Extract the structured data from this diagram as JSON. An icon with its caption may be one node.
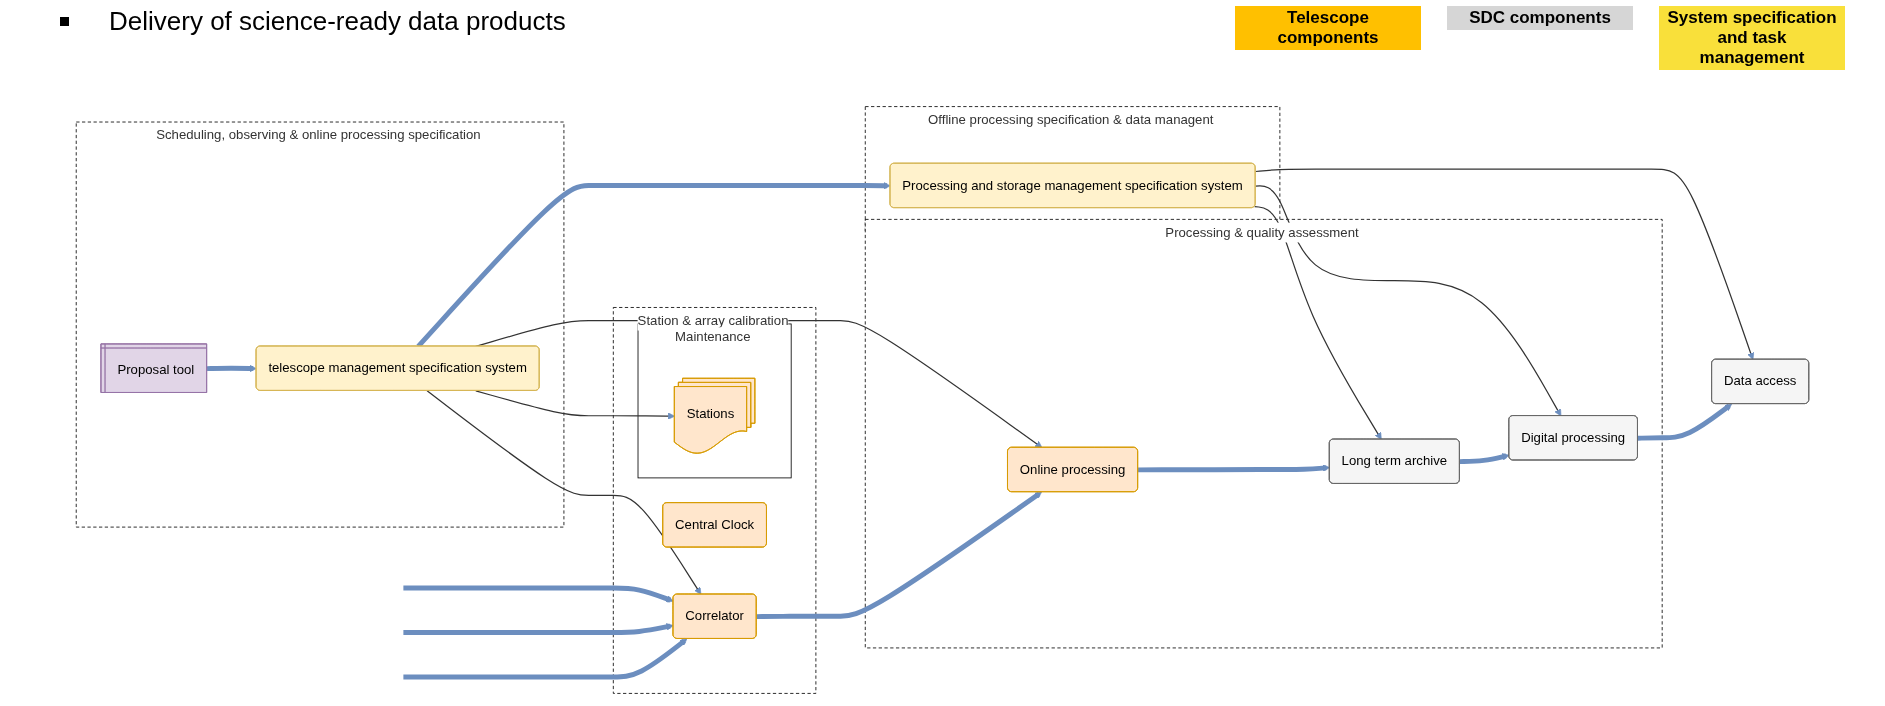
{
  "diagram": {
    "nodes": [
      {
        "text": [
          "Station & array calibration"
        ]
      },
      {
        "text": [
          "Central Clock"
        ],
        "in": 0
      },
      {
        "text": [
          "Maintenance"
        ],
        "in": 0
      },
      {
        "text": [
          "Stations"
        ],
        "in": 2
      },
      {
        "text": [
          "Correlator"
        ],
        "in": 0
      },
      {
        "text": [
          "Processing & quality assessment"
        ]
      },
      {
        "text": [
          "Online processing"
        ],
        "in": 5
      },
      {
        "text": [
          "Long term archive"
        ],
        "in": 5
      },
      {
        "text": [
          "Digital processing"
        ],
        "in": 5
      },
      {
        "text": [
          "Data access"
        ]
      },
      {
        "text": [
          "Scheduling, observing & online processing specification"
        ]
      },
      {
        "text": [
          "Proposal tool"
        ],
        "in": 10
      },
      {
        "text": [
          "telescope management specification system"
        ],
        "in": 10
      },
      {
        "text": [
          "Offline processing specification & data managent"
        ]
      },
      {
        "text": [
          "Processing and storage management specification system"
        ],
        "in": 13
      }
    ],
    "edges": [
      {
        "from": null,
        "to": 4,
        "arrow": "to"
      },
      {
        "from": null,
        "to": 4,
        "arrow": "to"
      },
      {
        "from": null,
        "to": 4,
        "arrow": "to"
      },
      {
        "from": 4,
        "to": 6,
        "arrow": "to"
      },
      {
        "from": 6,
        "to": 7,
        "arrow": "to"
      },
      {
        "from": 7,
        "to": 8,
        "arrow": "to"
      },
      {
        "from": 8,
        "to": 9,
        "arrow": "to"
      },
      {
        "from": 11,
        "to": 12,
        "arrow": "to"
      },
      {
        "from": 12,
        "to": 14,
        "arrow": "to"
      },
      {
        "from": 12,
        "to": 3,
        "arrow": "to",
        "color": "#333333"
      },
      {
        "from": 12,
        "to": 4,
        "arrow": "to",
        "color": "#333333"
      },
      {
        "from": 12,
        "to": 6,
        "arrow": "to",
        "color": "#333333"
      },
      {
        "from": 14,
        "to": 7,
        "arrow": "to",
        "color": "#333333"
      },
      {
        "from": 14,
        "to": 8,
        "arrow": "to",
        "color": "#333333"
      },
      {
        "from": 14,
        "to": 9,
        "arrow": "to",
        "color": "#333333"
      }
    ],
    "labels": [
      "Delivery of science-ready data products"
    ],
    "legend": [
      {
        "text": "Telescope components",
        "color": "#ffc000"
      },
      {
        "text": "SDC components",
        "color": "#d6d6d6"
      },
      {
        "text": "System specification and task management",
        "color": "#f9e03a"
      }
    ]
  }
}
